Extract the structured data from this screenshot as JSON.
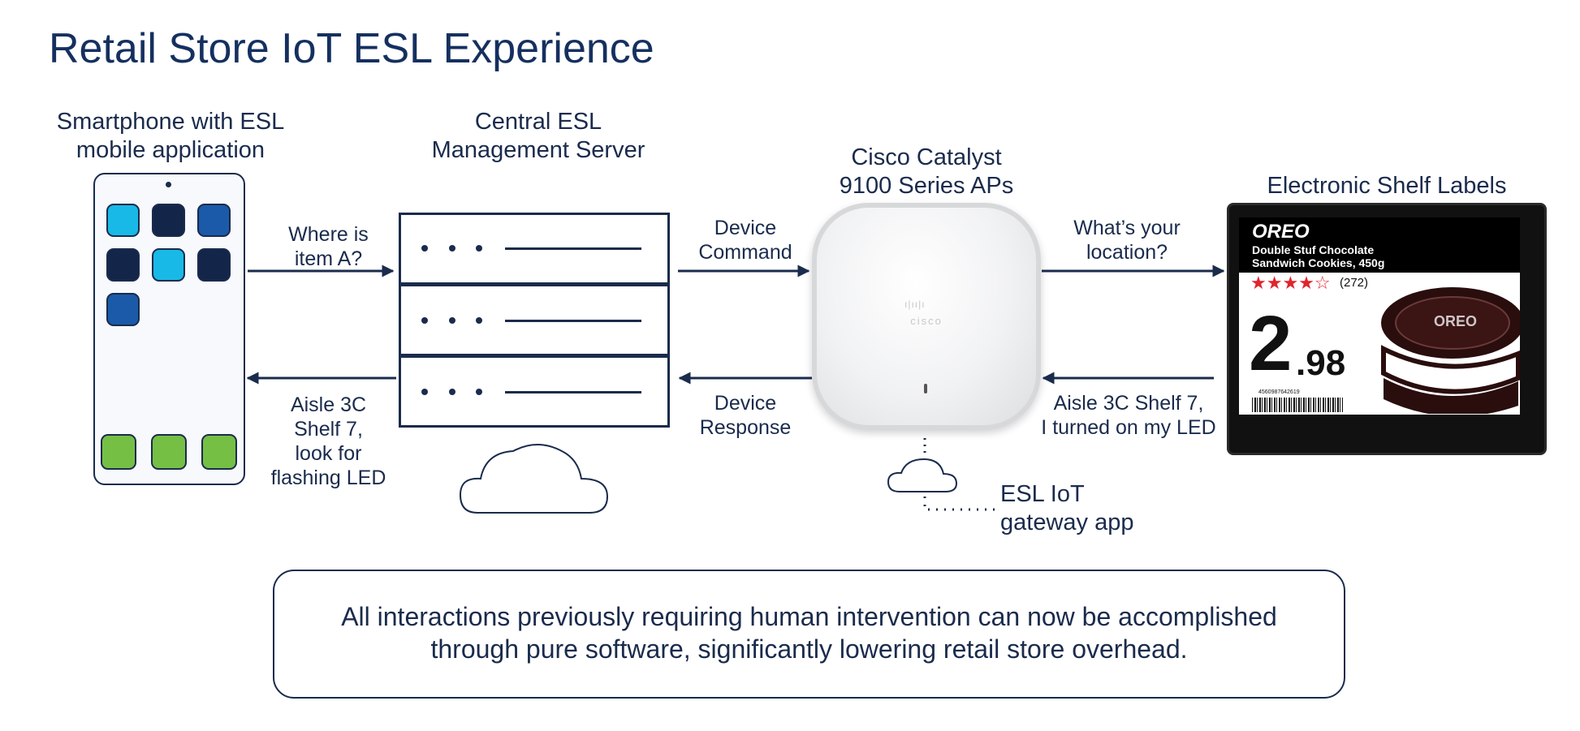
{
  "title": "Retail Store IoT ESL Experience",
  "phone": {
    "label_line1": "Smartphone with ESL",
    "label_line2": "mobile application",
    "app_colors": [
      "#18b9e6",
      "#14254a",
      "#1a5aa8",
      "#14254a",
      "#18b9e6",
      "#14254a",
      "#1a5aa8"
    ],
    "dock_color": "#76bf45"
  },
  "server": {
    "label_line1": "Central ESL",
    "label_line2": "Management Server"
  },
  "ap": {
    "label_line1": "Cisco Catalyst",
    "label_line2": "9100 Series APs",
    "brand": "cisco"
  },
  "esl": {
    "label": "Electronic Shelf Labels",
    "brand": "OREO",
    "product_line1": "Double Stuf Chocolate",
    "product_line2": "Sandwich Cookies, 450g",
    "rating_stars": "★★★★☆",
    "rating_value": 4,
    "reviews": "(272)",
    "price_int": "2",
    "price_dec": ".98",
    "barcode_number": "4560987642619"
  },
  "messages": {
    "phone_to_server": [
      "Where is",
      "item A?"
    ],
    "server_to_phone": [
      "Aisle 3C",
      "Shelf 7,",
      "look for",
      "flashing LED"
    ],
    "server_to_ap": [
      "Device",
      "Command"
    ],
    "ap_to_server": [
      "Device",
      "Response"
    ],
    "ap_to_esl": [
      "What’s your",
      "location?"
    ],
    "esl_to_ap": [
      "Aisle 3C Shelf 7,",
      "I turned on my LED"
    ]
  },
  "gateway": {
    "line1": "ESL IoT",
    "line2": "gateway app"
  },
  "note": {
    "line1": "All interactions previously requiring human intervention can now be accomplished",
    "line2": "through pure software, significantly lowering retail store overhead."
  },
  "colors": {
    "navy": "#1a2b4c",
    "title": "#15305f"
  }
}
